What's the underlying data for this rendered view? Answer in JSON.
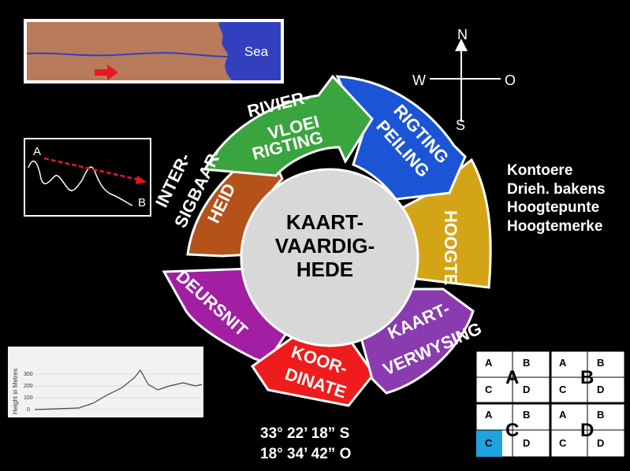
{
  "river_map": {
    "sea_label": "Sea"
  },
  "compass": {
    "n": "N",
    "w": "W",
    "o": "O",
    "s": "S"
  },
  "profile": {
    "a": "A",
    "b": "B"
  },
  "cycle": {
    "center": [
      "KAART-",
      "VAARDIG-",
      "HEDE"
    ],
    "segments": {
      "rivier": [
        "RIVIER-",
        "VLOEI",
        "RIGTING"
      ],
      "rigting": [
        "RIGTING",
        "PEILING"
      ],
      "hoogte": [
        "HOOGTE"
      ],
      "kaartverwysing": [
        "KAART-",
        "VERWYSING"
      ],
      "koordinate": [
        "KOOR-",
        "DINATE"
      ],
      "deursnit": [
        "DEURSNIT"
      ],
      "intersig": [
        "INTER-",
        "SIGBAAR-",
        "HEID"
      ]
    }
  },
  "hoogte_list": [
    "Kontoere",
    "Drieh. bakens",
    "Hoogtepunte",
    "Hoogtemerke"
  ],
  "coordinates": [
    "33° 22’ 18” S",
    "18° 34’ 42” O"
  ],
  "grid": {
    "quadrants": [
      {
        "big": "A",
        "cells": [
          "A",
          "B",
          "C",
          "D"
        ]
      },
      {
        "big": "B",
        "cells": [
          "A",
          "B",
          "C",
          "D"
        ]
      },
      {
        "big": "C",
        "cells": [
          "A",
          "B",
          "C",
          "D"
        ]
      },
      {
        "big": "D",
        "cells": [
          "A",
          "B",
          "C",
          "D"
        ]
      }
    ]
  },
  "cross_section": {
    "y_axis_label": "Height in Metres",
    "y_ticks": [
      "300",
      "200",
      "100",
      "0"
    ]
  },
  "colors": {
    "green": "#3aa53f",
    "blue": "#1b55d6",
    "yellow": "#d4a417",
    "purple": "#8a3bb0",
    "red": "#ee1c1c",
    "magenta": "#a21fa3",
    "brown": "#b4521a",
    "center": "#d8d8d8",
    "highlight": "#1fa2de"
  }
}
